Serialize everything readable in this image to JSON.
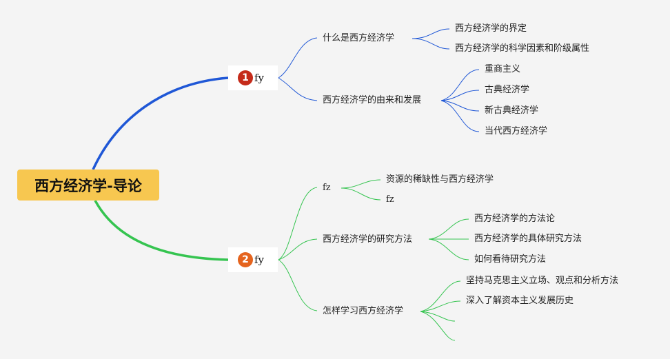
{
  "root": {
    "label": "西方经济学-导论",
    "color": "#f7c750"
  },
  "branches": [
    {
      "number": "1",
      "label": "fy",
      "badge_color": "#c52b1a",
      "line_color": "#1f57d6",
      "children": [
        {
          "label": "什么是西方经济学",
          "children": [
            "西方经济学的界定",
            "西方经济学的科学因素和阶级属性"
          ]
        },
        {
          "label": "西方经济学的由来和发展",
          "children": [
            "重商主义",
            "古典经济学",
            "新古典经济学",
            "当代西方经济学"
          ]
        }
      ]
    },
    {
      "number": "2",
      "label": "fy",
      "badge_color": "#e5641e",
      "line_color": "#35c450",
      "children": [
        {
          "label": "fz",
          "children": [
            "资源的稀缺性与西方经济学",
            "fz"
          ]
        },
        {
          "label": "西方经济学的研究方法",
          "children": [
            "西方经济学的方法论",
            "西方经济学的具体研究方法",
            "如何看待研究方法"
          ]
        },
        {
          "label": "怎样学习西方经济学",
          "children": [
            "坚持马克思主义立场、观点和分析方法",
            "深入了解资本主义发展历史",
            "",
            ""
          ]
        }
      ]
    }
  ]
}
